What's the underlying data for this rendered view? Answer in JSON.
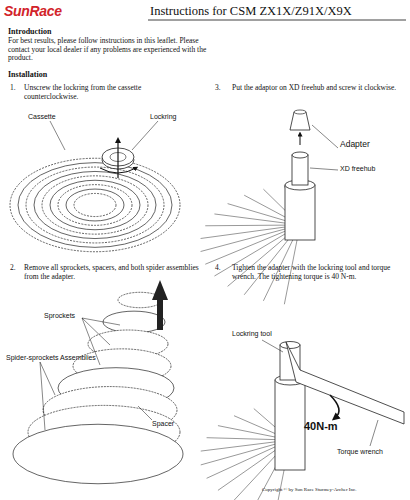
{
  "diagram": {
    "title": "Instructions for CSM ZX1X/Z91X/X9X",
    "labels": [
      "SunRace",
      "Introduction",
      "For best results, please follow instructions in this leaflet. Please contact your local dealer if any problems are experienced with the product.",
      "Installation",
      "1.",
      "Unscrew the lockring from the cassette counterclockwise.",
      "Cassette",
      "Lockring",
      "3.",
      "Put the adaptor on XD freehub and screw it clockwise.",
      "Adapter",
      "XD freehub",
      "2.",
      "Remove all sprockets, spacers, and both spider assemblies from the adapter.",
      "Sprockets",
      "Spider-sprockets Assemblies",
      "Spacer",
      "4.",
      "Tighten the adapter with the lockring tool and torque wrench. The tightening torque is 40 N-m.",
      "Lockring tool",
      "40N-m",
      "Torque wrench",
      "Copyright © by Sun Race Sturmey-Archer Inc."
    ]
  }
}
